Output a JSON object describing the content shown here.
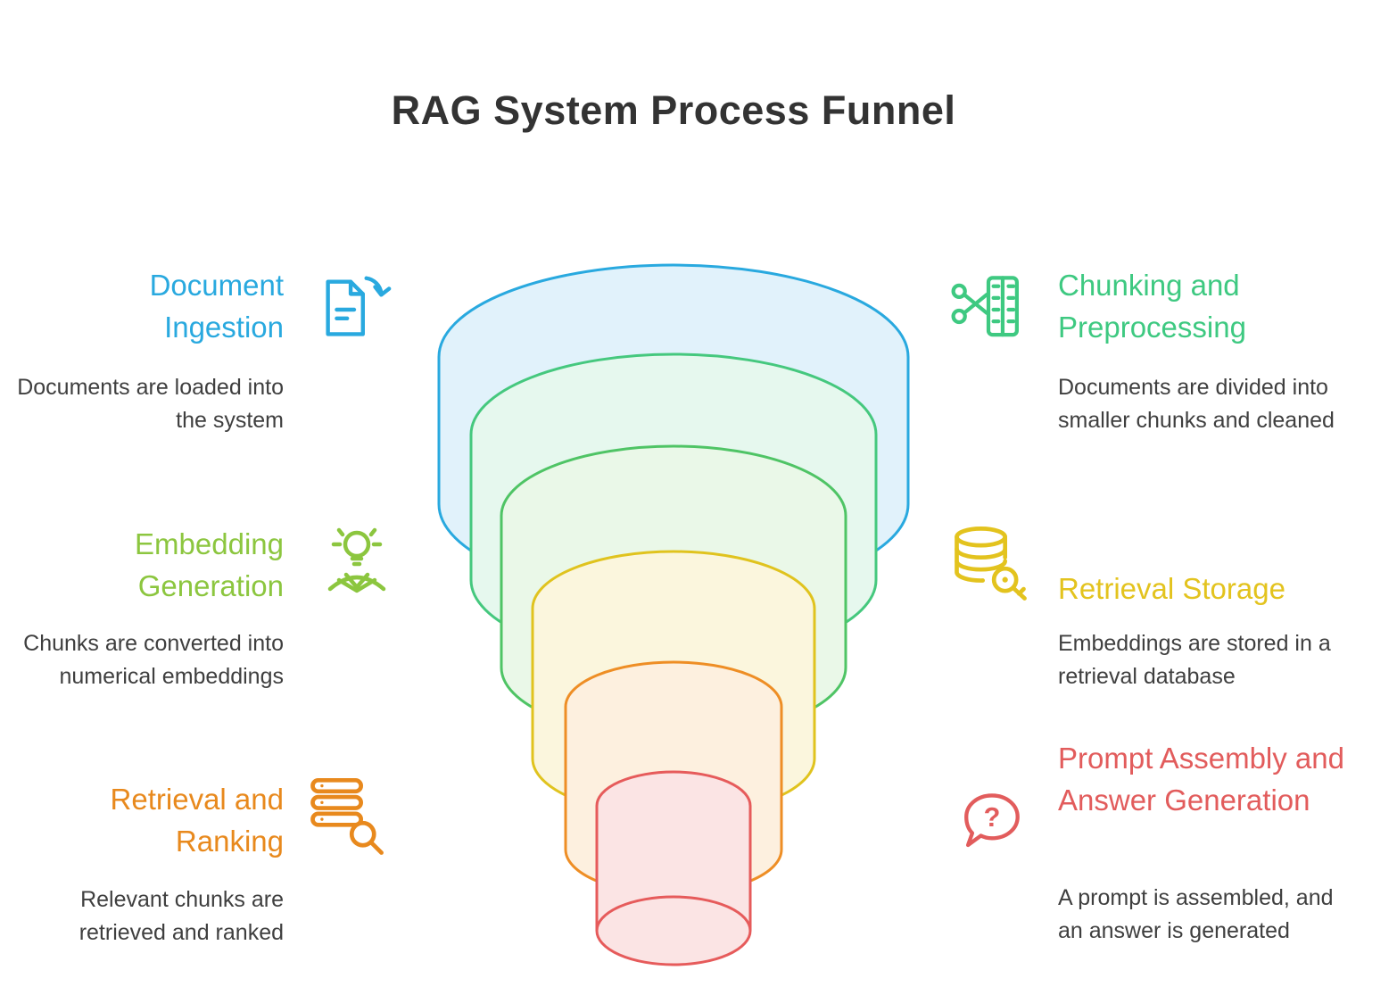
{
  "title": "RAG System Process Funnel",
  "colors": {
    "title_text": "#333333",
    "body_text": "#3F3F3F"
  },
  "funnel": {
    "layers": [
      {
        "name": "document-ingestion",
        "stroke": "#29A9DF",
        "fill": "#E1F2FB"
      },
      {
        "name": "chunking-preprocessing",
        "stroke": "#45C87E",
        "fill": "#E6F8EE"
      },
      {
        "name": "embedding-generation",
        "stroke": "#4FC465",
        "fill": "#EAF8E8"
      },
      {
        "name": "retrieval-storage",
        "stroke": "#E0C31E",
        "fill": "#FBF6DD"
      },
      {
        "name": "retrieval-ranking",
        "stroke": "#EE8E25",
        "fill": "#FDF0DF"
      },
      {
        "name": "prompt-assembly",
        "stroke": "#E65B5B",
        "fill": "#FBE4E4"
      }
    ]
  },
  "left_items": [
    {
      "title": "Document Ingestion",
      "description": "Documents are loaded into the system",
      "color": "#29A9DF",
      "icon": "document-arrow-icon"
    },
    {
      "title": "Embedding Generation",
      "description": "Chunks are converted into numerical embeddings",
      "color": "#8CC63F",
      "icon": "lightbulb-person-icon"
    },
    {
      "title": "Retrieval and Ranking",
      "description": "Relevant chunks are retrieved and ranked",
      "color": "#E8891D",
      "icon": "server-search-icon"
    }
  ],
  "right_items": [
    {
      "title": "Chunking and Preprocessing",
      "description": "Documents are divided into smaller chunks and cleaned",
      "color": "#3EC981",
      "icon": "scissors-film-icon"
    },
    {
      "title": "Retrieval Storage",
      "description": "Embeddings are stored in a retrieval database",
      "color": "#E3C31E",
      "icon": "database-search-icon"
    },
    {
      "title": "Prompt Assembly and Answer Generation",
      "description": "A prompt is assembled, and an answer is generated",
      "color": "#E25C5C",
      "icon": "question-bubble-icon"
    }
  ]
}
